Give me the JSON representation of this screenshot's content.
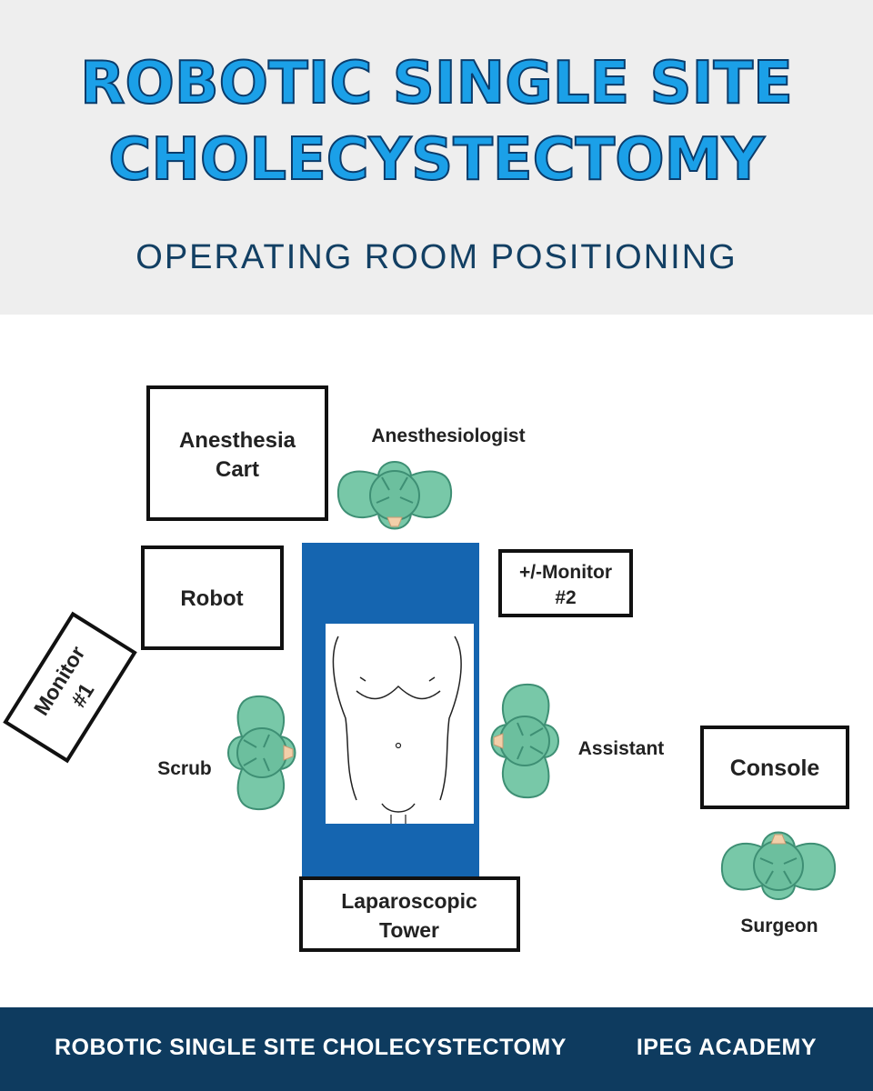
{
  "header": {
    "title_line1": "ROBOTIC SINGLE SITE",
    "title_line2": "CHOLECYSTECTOMY",
    "subtitle": "OPERATING ROOM POSITIONING"
  },
  "diagram": {
    "equipment": {
      "anesthesia_cart": [
        "Anesthesia",
        "Cart"
      ],
      "robot": "Robot",
      "monitor1": [
        "Monitor",
        "#1"
      ],
      "monitor2": [
        "+/-Monitor",
        "#2"
      ],
      "console": "Console",
      "laparoscopic_tower": [
        "Laparoscopic",
        "Tower"
      ]
    },
    "staff": {
      "anesthesiologist": "Anesthesiologist",
      "scrub": "Scrub",
      "assistant": "Assistant",
      "surgeon": "Surgeon"
    },
    "colors": {
      "table": "#1565b0",
      "person": "#78c8a8",
      "person_dark": "#3e8f74",
      "skin": "#f3cfa9"
    }
  },
  "footer": {
    "left": "ROBOTIC SINGLE SITE CHOLECYSTECTOMY",
    "right": "IPEG ACADEMY"
  }
}
